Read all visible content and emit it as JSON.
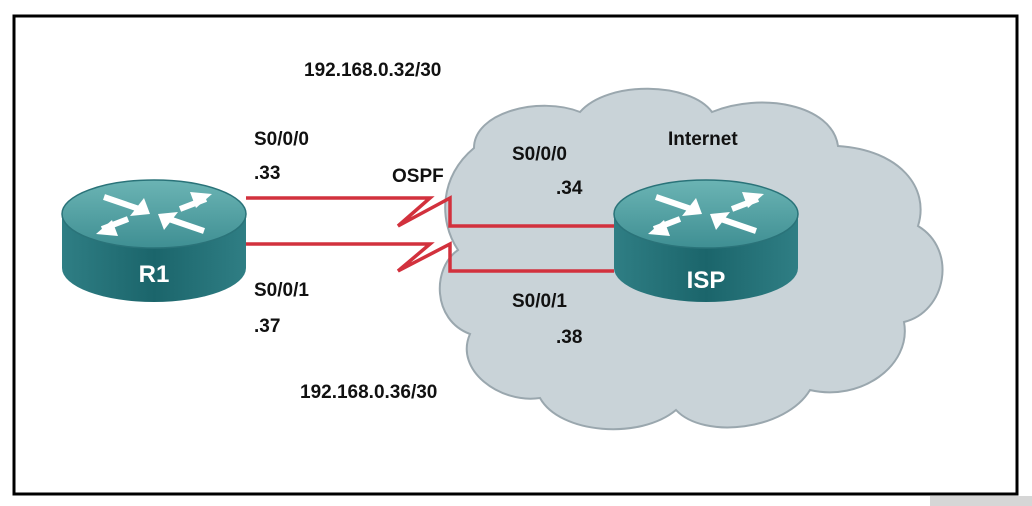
{
  "colors": {
    "border": "#000000",
    "link": "#d2313d",
    "cloud_fill": "#c9d3d8",
    "cloud_stroke": "#9aa7ae",
    "router_top": "#4f9ea0",
    "router_side": "#1e6a70",
    "router_arrows": "#ffffff"
  },
  "routers": {
    "r1": {
      "label": "R1"
    },
    "isp": {
      "label": "ISP"
    }
  },
  "cloud": {
    "label": "Internet"
  },
  "networks": {
    "top": "192.168.0.32/30",
    "bottom": "192.168.0.36/30"
  },
  "protocol": "OSPF",
  "interfaces": {
    "r1_s000": {
      "name": "S0/0/0",
      "addr": ".33"
    },
    "r1_s001": {
      "name": "S0/0/1",
      "addr": ".37"
    },
    "isp_s000": {
      "name": "S0/0/0",
      "addr": ".34"
    },
    "isp_s001": {
      "name": "S0/0/1",
      "addr": ".38"
    }
  }
}
